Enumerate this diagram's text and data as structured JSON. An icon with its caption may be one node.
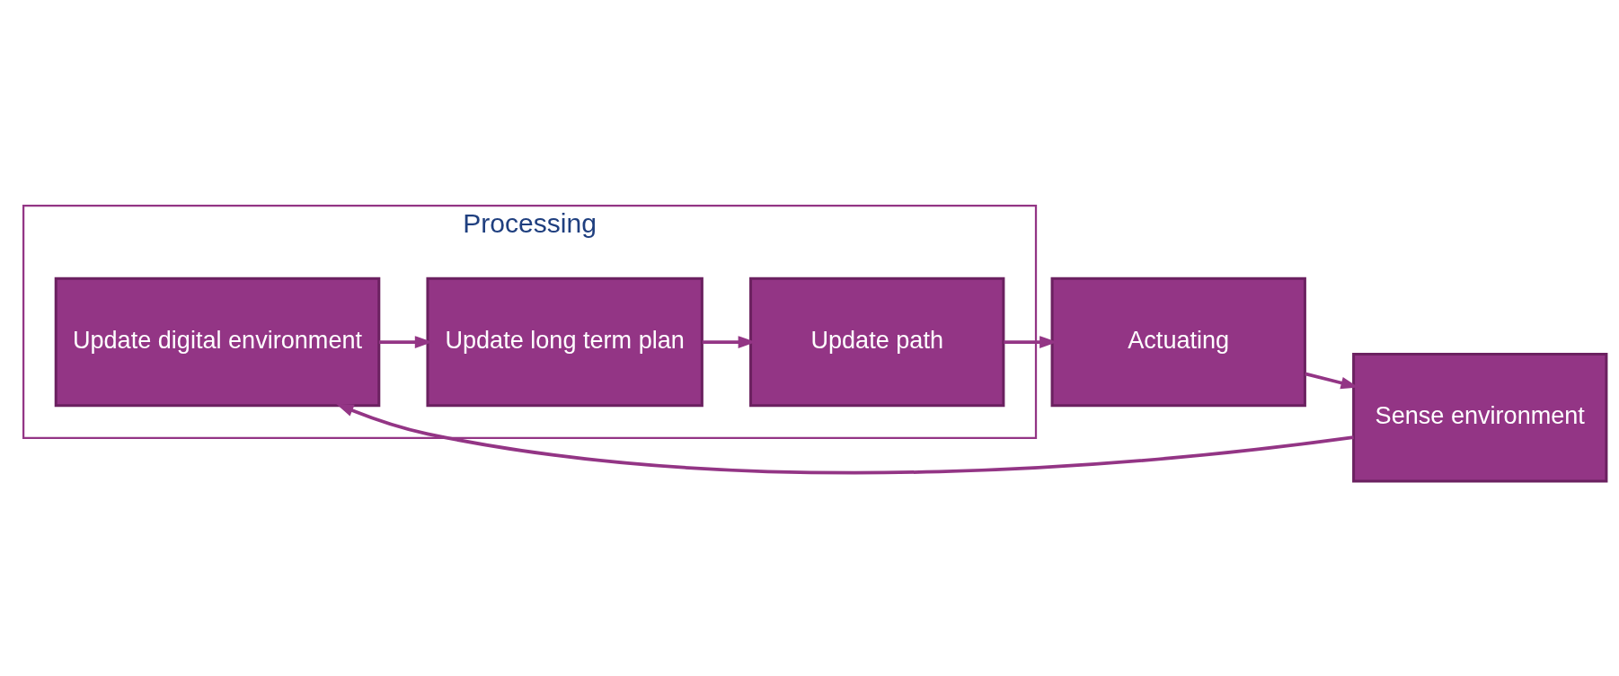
{
  "diagram": {
    "nodes": [
      {
        "text": [
          "Processing"
        ]
      },
      {
        "text": [
          "Sense environment"
        ]
      },
      {
        "text": [
          "Update digital environment"
        ],
        "in": 0
      },
      {
        "text": [
          "Update long term plan"
        ],
        "in": 0
      },
      {
        "text": [
          "Update path"
        ],
        "in": 0
      },
      {
        "text": [
          "Actuating"
        ]
      }
    ],
    "edges": [
      {
        "from": 1,
        "to": 2,
        "arrow": "to"
      },
      {
        "from": 2,
        "to": 3,
        "arrow": "to"
      },
      {
        "from": 3,
        "to": 4,
        "arrow": "to"
      },
      {
        "from": 4,
        "to": 5,
        "arrow": "to"
      },
      {
        "from": 5,
        "to": 1,
        "arrow": "to"
      }
    ]
  }
}
